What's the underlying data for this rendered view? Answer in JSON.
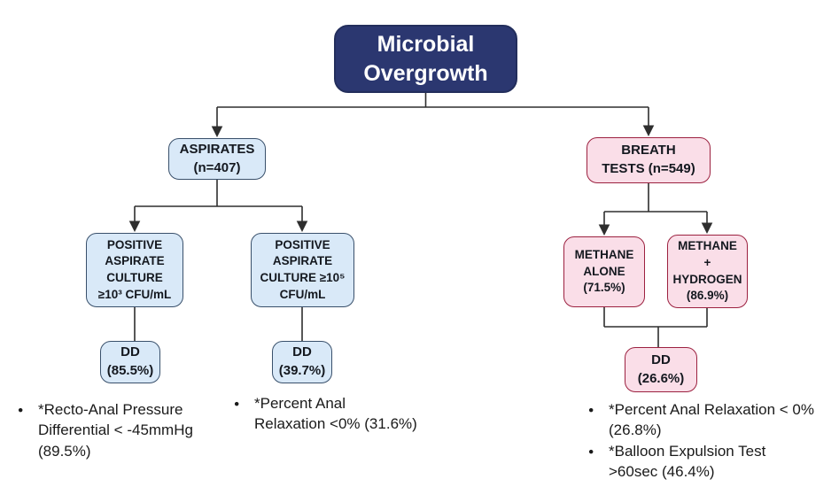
{
  "figure": {
    "background": "#ffffff"
  },
  "palette": {
    "navy_fill": "#2b3770",
    "blue_fill": "#d9e9f8",
    "blue_border": "#39506b",
    "pink_fill": "#fadee8",
    "pink_border": "#9c2140",
    "connector": "#2e2e2e",
    "node_text": "#14181f",
    "title_text": "#ffffff",
    "note_text": "#1a1a1a"
  },
  "nodes": {
    "root": {
      "lines": [
        "Microbial",
        "Overgrowth"
      ]
    },
    "aspirates": {
      "lines": [
        "ASPIRATES",
        "(n=407)"
      ]
    },
    "breath_tests": {
      "lines": [
        "BREATH",
        "TESTS (n=549)"
      ]
    },
    "culture_10e3": {
      "lines": [
        "POSITIVE",
        "ASPIRATE",
        "CULTURE",
        "≥10³ CFU/mL"
      ]
    },
    "culture_10e5": {
      "lines": [
        "POSITIVE",
        "ASPIRATE",
        "CULTURE ≥10⁵",
        "CFU/mL"
      ]
    },
    "methane_alone": {
      "lines": [
        "METHANE",
        "ALONE",
        "(71.5%)"
      ]
    },
    "methane_hydrogen": {
      "lines": [
        "METHANE",
        "+",
        "HYDROGEN",
        "(86.9%)"
      ]
    },
    "dd_culture_10e3": {
      "lines": [
        "DD",
        "(85.5%)"
      ]
    },
    "dd_culture_10e5": {
      "lines": [
        "DD",
        "(39.7%)"
      ]
    },
    "dd_breath": {
      "lines": [
        "DD",
        "(26.6%)"
      ]
    }
  },
  "notes": {
    "aspirates_10e3": {
      "items": [
        {
          "lines": [
            "*Recto-Anal Pressure",
            "Differential < -45mmHg",
            "(89.5%)"
          ]
        }
      ]
    },
    "aspirates_10e5": {
      "items": [
        {
          "lines": [
            "*Percent Anal",
            "Relaxation <0% (31.6%)"
          ]
        }
      ]
    },
    "breath": {
      "items": [
        {
          "lines": [
            "*Percent Anal Relaxation < 0%",
            "(26.8%)"
          ]
        },
        {
          "lines": [
            "*Balloon Expulsion Test",
            ">60sec (46.4%)"
          ]
        }
      ]
    }
  }
}
